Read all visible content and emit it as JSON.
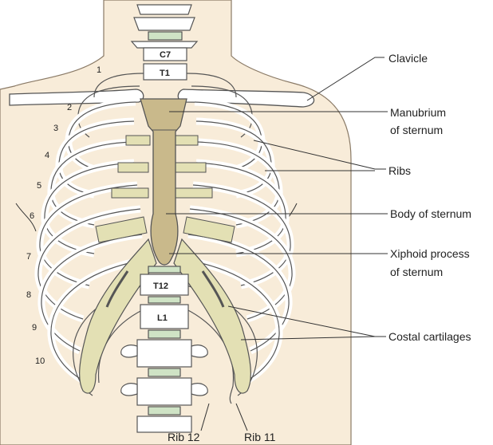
{
  "figure": {
    "colors": {
      "skin": "#f8ecd9",
      "skin_outline": "#8a7a66",
      "bone": "#ffffff",
      "bone_outline": "#555555",
      "sternum": "#c9b98b",
      "cartilage": "#e3e0b4",
      "disc": "#cfe3c5"
    },
    "labels": {
      "clavicle": "Clavicle",
      "manubrium_l1": "Manubrium",
      "manubrium_l2": "of sternum",
      "ribs": "Ribs",
      "body_sternum": "Body of sternum",
      "xiphoid_l1": "Xiphoid process",
      "xiphoid_l2": "of sternum",
      "costal": "Costal cartilages",
      "rib12": "Rib 12",
      "rib11": "Rib 11"
    },
    "vertebra_labels": {
      "c7": "C7",
      "t1": "T1",
      "t12": "T12",
      "l1": "L1"
    },
    "rib_numbers": [
      "1",
      "2",
      "3",
      "4",
      "5",
      "6",
      "7",
      "8",
      "9",
      "10"
    ]
  }
}
